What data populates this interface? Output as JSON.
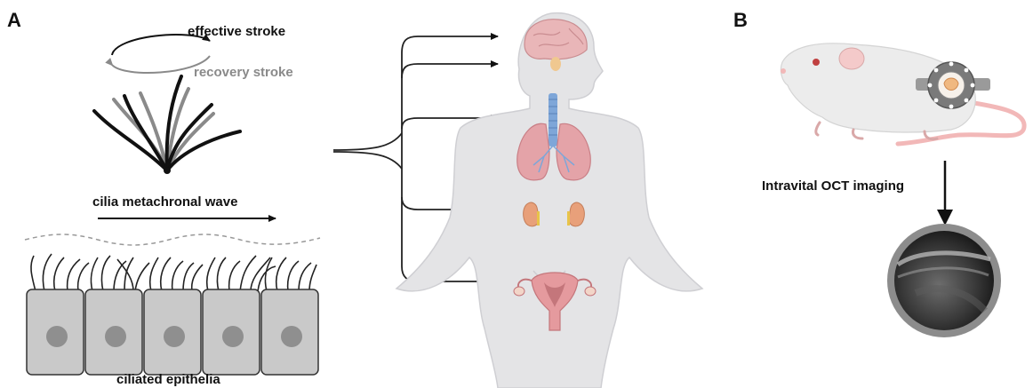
{
  "panel_a": {
    "label": "A",
    "effective_stroke": "effective stroke",
    "recovery_stroke": "recovery stroke",
    "wave_label": "cilia metachronal wave",
    "epithelia_label": "ciliated epithelia"
  },
  "panel_b": {
    "label": "B",
    "oct_label": "Intravital OCT imaging"
  },
  "colors": {
    "text": "#111111",
    "recovery_text": "#8a8a8a",
    "cell_fill": "#c9c9c9",
    "nucleus": "#8f8f8f",
    "skin": "#e4e4e6",
    "brain": "#e9b6b8",
    "lung": "#e4a3a8",
    "trachea": "#7ea6d8",
    "kidney": "#e8a07a",
    "uterus": "#e59a9e",
    "mouse": "#ececec",
    "tail": "#f2b8b8",
    "oct_ring": "#8c8c8c",
    "oct_image": "#2a2a2a"
  },
  "icons": [
    "brain-icon",
    "trachea-icon",
    "lungs-icon",
    "kidneys-icon",
    "uterus-icon",
    "mouse-icon",
    "cranial-window-icon",
    "oct-image-icon"
  ]
}
